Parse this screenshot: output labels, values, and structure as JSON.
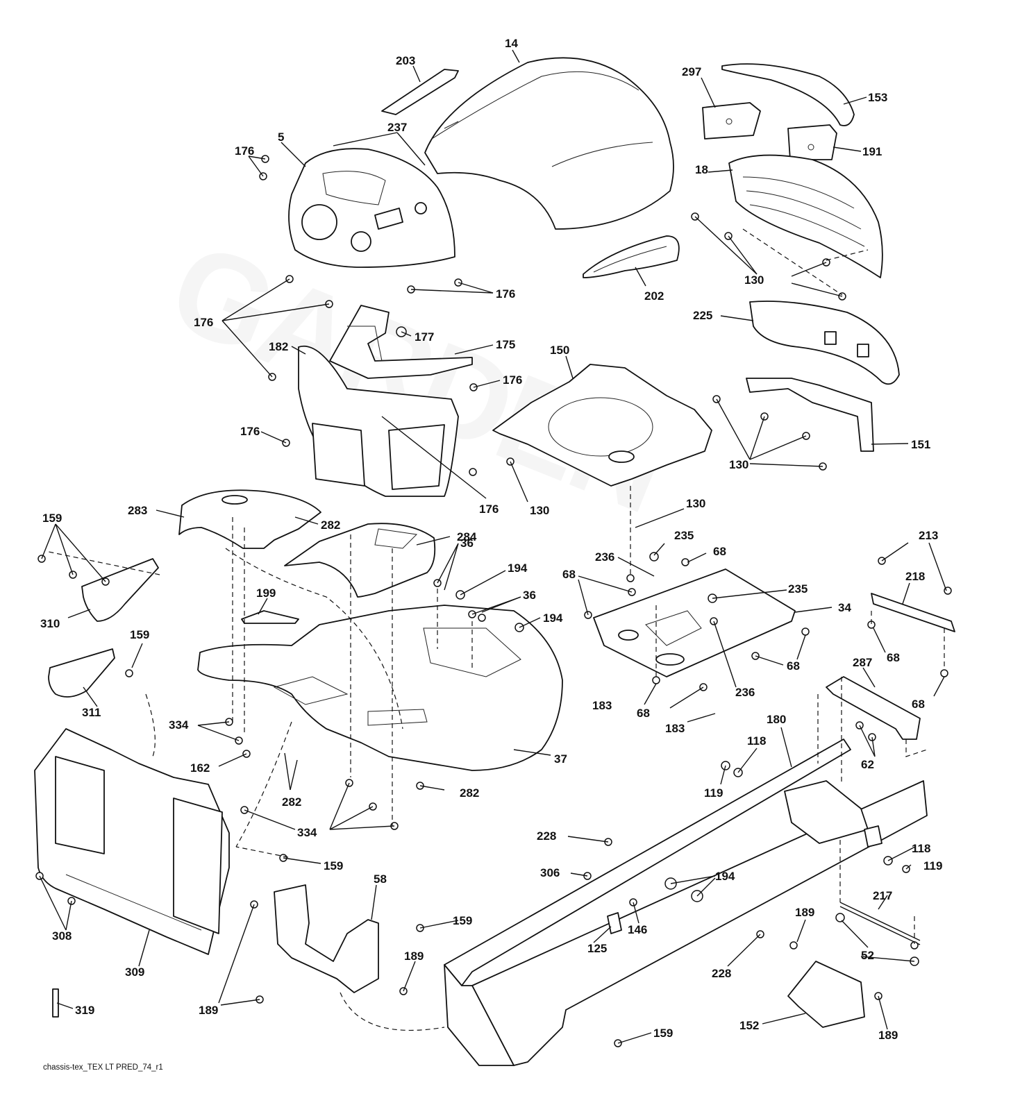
{
  "diagram": {
    "caption": "chassis-tex_TEX LT PRED_74_r1",
    "parts": [
      {
        "id": "14",
        "label": "14"
      },
      {
        "id": "203",
        "label": "203"
      },
      {
        "id": "237",
        "label": "237"
      },
      {
        "id": "5",
        "label": "5"
      },
      {
        "id": "176",
        "label": "176"
      },
      {
        "id": "297",
        "label": "297"
      },
      {
        "id": "153",
        "label": "153"
      },
      {
        "id": "191",
        "label": "191"
      },
      {
        "id": "18",
        "label": "18"
      },
      {
        "id": "130",
        "label": "130"
      },
      {
        "id": "202",
        "label": "202"
      },
      {
        "id": "225",
        "label": "225"
      },
      {
        "id": "177",
        "label": "177"
      },
      {
        "id": "175",
        "label": "175"
      },
      {
        "id": "182",
        "label": "182"
      },
      {
        "id": "150",
        "label": "150"
      },
      {
        "id": "151",
        "label": "151"
      },
      {
        "id": "283",
        "label": "283"
      },
      {
        "id": "282",
        "label": "282"
      },
      {
        "id": "284",
        "label": "284"
      },
      {
        "id": "159",
        "label": "159"
      },
      {
        "id": "310",
        "label": "310"
      },
      {
        "id": "199",
        "label": "199"
      },
      {
        "id": "36",
        "label": "36"
      },
      {
        "id": "194",
        "label": "194"
      },
      {
        "id": "235",
        "label": "235"
      },
      {
        "id": "236",
        "label": "236"
      },
      {
        "id": "68",
        "label": "68"
      },
      {
        "id": "213",
        "label": "213"
      },
      {
        "id": "218",
        "label": "218"
      },
      {
        "id": "34",
        "label": "34"
      },
      {
        "id": "311",
        "label": "311"
      },
      {
        "id": "183",
        "label": "183"
      },
      {
        "id": "334",
        "label": "334"
      },
      {
        "id": "162",
        "label": "162"
      },
      {
        "id": "287",
        "label": "287"
      },
      {
        "id": "37",
        "label": "37"
      },
      {
        "id": "180",
        "label": "180"
      },
      {
        "id": "118",
        "label": "118"
      },
      {
        "id": "62",
        "label": "62"
      },
      {
        "id": "119",
        "label": "119"
      },
      {
        "id": "228",
        "label": "228"
      },
      {
        "id": "306",
        "label": "306"
      },
      {
        "id": "308",
        "label": "308"
      },
      {
        "id": "58",
        "label": "58"
      },
      {
        "id": "217",
        "label": "217"
      },
      {
        "id": "146",
        "label": "146"
      },
      {
        "id": "125",
        "label": "125"
      },
      {
        "id": "189",
        "label": "189"
      },
      {
        "id": "52",
        "label": "52"
      },
      {
        "id": "309",
        "label": "309"
      },
      {
        "id": "152",
        "label": "152"
      },
      {
        "id": "319",
        "label": "319"
      }
    ]
  }
}
